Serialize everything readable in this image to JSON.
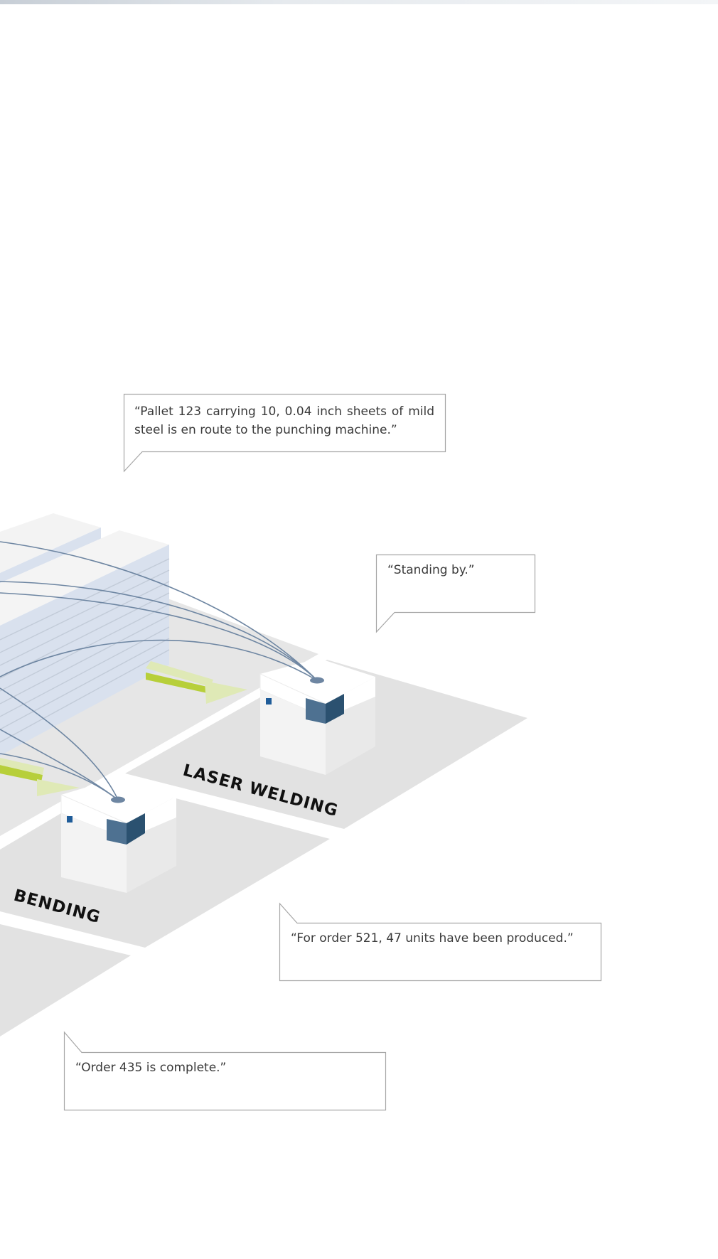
{
  "zones": {
    "laser_welding": "LASER WELDING",
    "bending": "BENDING"
  },
  "callouts": {
    "pallet": "“Pallet 123 carrying 10, 0.04 inch sheets of mild steel is en route to the punching machine.”",
    "standby": "“Standing by.”",
    "order_521": "“For order 521, 47 units have been produced.”",
    "order_435": "“Order 435 is complete.”"
  },
  "colors": {
    "floor": "#e2e2e2",
    "machine_dark": "#2b5170",
    "machine_mid": "#4e7191",
    "indicator": "#1f5c99",
    "connection_lines": "#6e86a2",
    "arrow_green": "#b7cf3a",
    "arrow_light": "#dfe9b6",
    "storage_rack": "#d9e1ee"
  }
}
